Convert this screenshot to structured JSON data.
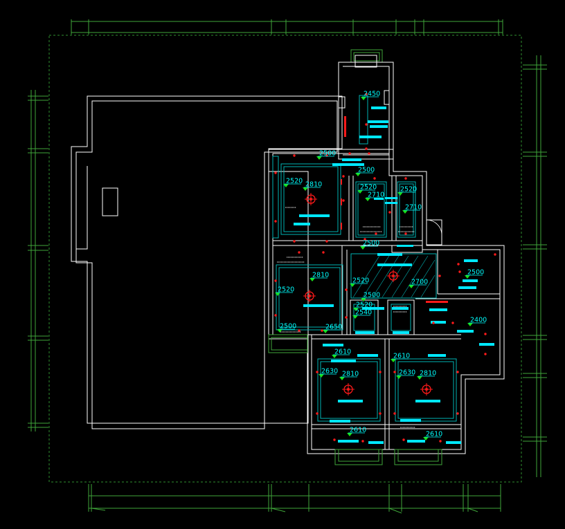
{
  "colors": {
    "background": "#000000",
    "wall": "#ffffff",
    "dimension": "#3fa63a",
    "border": "#2f8f2f",
    "ceiling": "#00b5b5",
    "fixture": "#00e8ff",
    "label": "#00ffff",
    "marker": "#19e019",
    "light": "#ff1a1a"
  },
  "height_labels": [
    "2450",
    "2500",
    "2500",
    "2520",
    "2810",
    "2520",
    "2710",
    "2520",
    "2710",
    "2500",
    "2810",
    "2520",
    "2520",
    "2700",
    "2500",
    "2500",
    "2500",
    "2520",
    "2540",
    "2650",
    "2400",
    "2610",
    "2610",
    "2630",
    "2810",
    "2630",
    "2810",
    "2610",
    "2610"
  ]
}
